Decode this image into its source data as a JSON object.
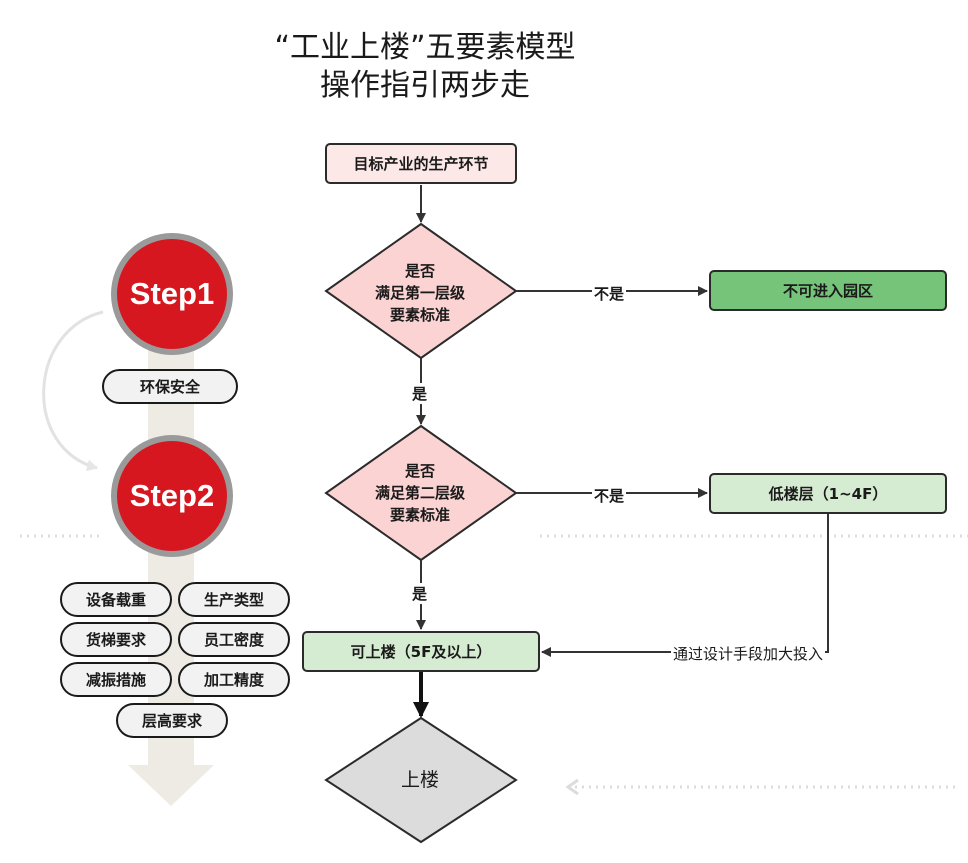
{
  "title": {
    "line1": "“工业上楼”五要素模型",
    "line2": "操作指引两步走"
  },
  "steps": [
    {
      "label": "Step1"
    },
    {
      "label": "Step2"
    }
  ],
  "step1_tags": [
    "环保安全"
  ],
  "step2_tags": [
    "设备载重",
    "生产类型",
    "货梯要求",
    "员工密度",
    "减振措施",
    "加工精度",
    "层高要求"
  ],
  "flow": {
    "start": "目标产业的生产环节",
    "decision1": "是否\n满足第一层级\n要素标准",
    "decision2": "是否\n满足第二层级\n要素标准",
    "no_label": "不是",
    "yes_label": "是",
    "no_entry": "不可进入园区",
    "low_floor": "低楼层（1~4F）",
    "can_go_up": "可上楼（5F及以上）",
    "upgrade_note": "通过设计手段加大投入",
    "end": "上楼"
  },
  "colors": {
    "step_red": "#d7171f",
    "diamond_pink": "#fbd3d3",
    "box_green_dark": "#75c479",
    "box_green_light": "#d6ecd2",
    "end_gray": "#dcdcdc"
  }
}
